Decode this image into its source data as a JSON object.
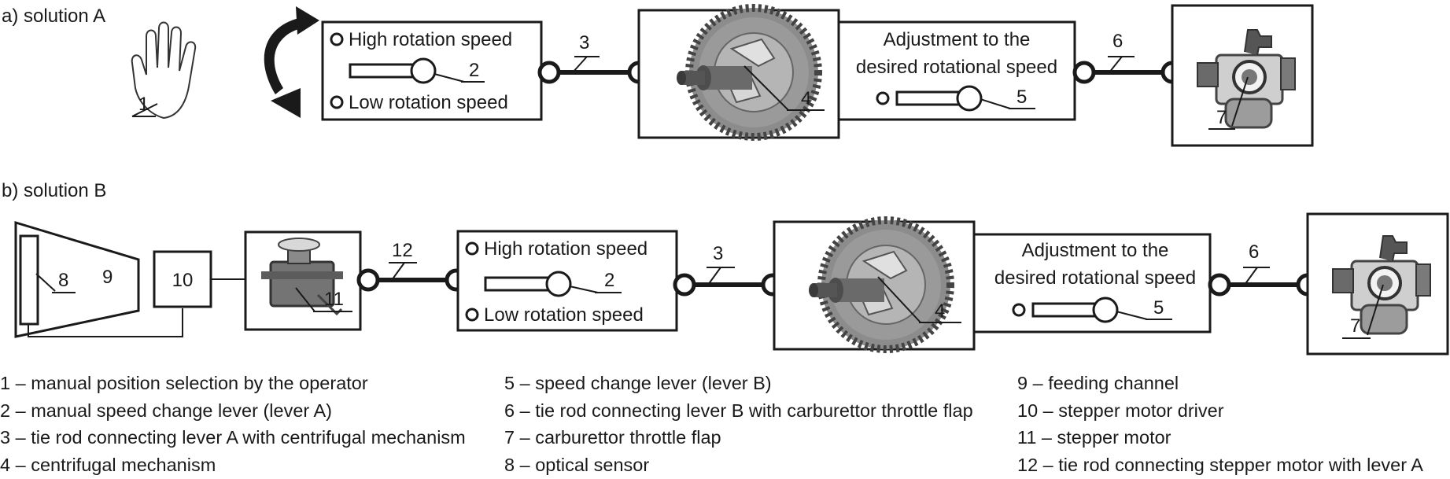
{
  "solution_a": {
    "heading": "a) solution A",
    "lever_a": {
      "high": "High rotation speed",
      "low": "Low rotation speed"
    },
    "lever_b": {
      "line1": "Adjustment to the",
      "line2": "desired rotational speed"
    },
    "numbers": {
      "hand": "1",
      "lever_a": "2",
      "rod_a": "3",
      "centrifugal": "4",
      "lever_b": "5",
      "rod_b": "6",
      "throttle": "7"
    }
  },
  "solution_b": {
    "heading": "b) solution B",
    "lever_a": {
      "high": "High rotation speed",
      "low": "Low rotation speed"
    },
    "lever_b": {
      "line1": "Adjustment to the",
      "line2": "desired rotational speed"
    },
    "numbers": {
      "sensor": "8",
      "channel": "9",
      "driver": "10",
      "motor": "11",
      "rod_motor": "12",
      "lever_a": "2",
      "rod_a": "3",
      "centrifugal": "4",
      "lever_b": "5",
      "rod_b": "6",
      "throttle": "7"
    }
  },
  "legend": {
    "col1": [
      "1 – manual position selection by the operator",
      "2 – manual speed change lever (lever A)",
      "3 – tie rod connecting lever A with centrifugal mechanism",
      "4 – centrifugal mechanism"
    ],
    "col2": [
      "5 – speed change lever (lever B)",
      "6 – tie rod connecting lever B with carburettor throttle flap",
      "7 – carburettor throttle flap",
      "8 – optical sensor"
    ],
    "col3": [
      "9 – feeding channel",
      "10 – stepper motor driver",
      "11 – stepper motor",
      "12 – tie rod connecting stepper motor with lever A"
    ]
  },
  "colors": {
    "ink": "#1a1a1a",
    "metal": "#8a8a8a",
    "metal_dark": "#5a5a5a",
    "servo": "#6f6f6f"
  }
}
